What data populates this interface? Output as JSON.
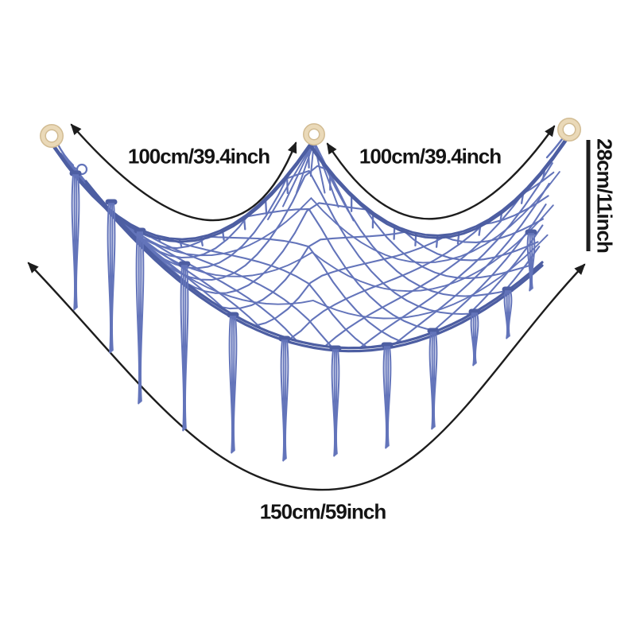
{
  "diagram": {
    "dimensions": {
      "top_left_width": "100cm/39.4inch",
      "top_right_width": "100cm/39.4inch",
      "side_depth": "28cm/11inch",
      "bottom_length": "150cm/59inch"
    },
    "colors": {
      "net": "#6374ba",
      "net_shadow": "#4d5ea2",
      "ring": "#ead9b8",
      "ring_outline": "#d2bc93",
      "arrow": "#1d1d1d",
      "text": "#141414",
      "background": "#ffffff"
    }
  }
}
